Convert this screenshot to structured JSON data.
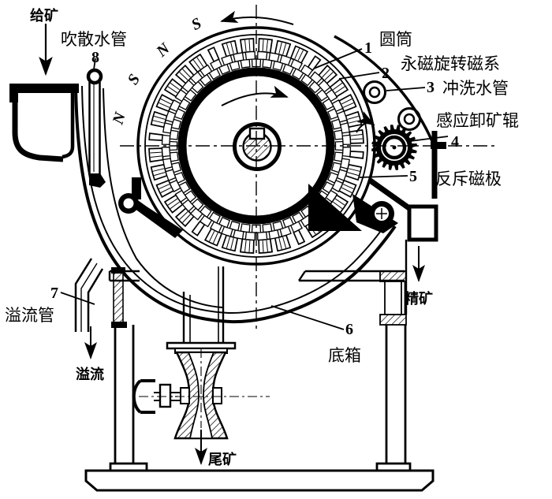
{
  "colors": {
    "ink": "#000000",
    "paper": "#ffffff"
  },
  "pole_letters": [
    "S",
    "N",
    "S",
    "N"
  ],
  "callouts": {
    "feed": {
      "label": "给矿"
    },
    "blow_water_pipe": {
      "num": "8",
      "label": "吹散水管"
    },
    "cylinder": {
      "num": "1",
      "label": "圆筒"
    },
    "magnet_system": {
      "num": "2",
      "label": "永磁旋转磁系"
    },
    "flush_water_pipe": {
      "num": "3",
      "label": "冲洗水管"
    },
    "induction_roller": {
      "num": "4",
      "label": "感应卸矿辊"
    },
    "repulsive_pole": {
      "num": "5",
      "label": "反斥磁极"
    },
    "bottom_box": {
      "num": "6",
      "label": "底箱"
    },
    "overflow_pipe": {
      "num": "7",
      "label": "溢流管"
    },
    "overflow": {
      "label": "溢流"
    },
    "concentrate": {
      "label": "精矿"
    },
    "tailings": {
      "label": "尾矿"
    }
  }
}
